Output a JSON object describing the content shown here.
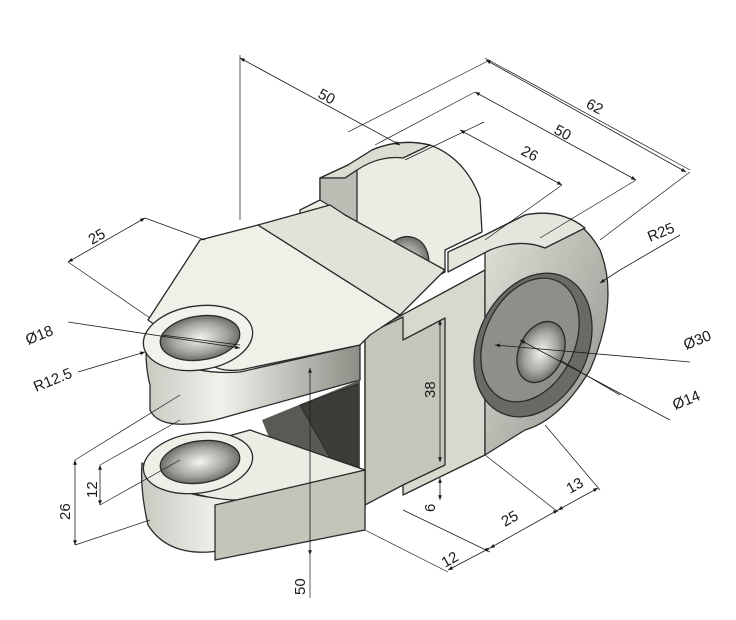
{
  "dimensions": {
    "top_depth": "50",
    "overall_length": "62",
    "body_length": "50",
    "slot_width": "26",
    "lug_width": "25",
    "hole_small_dia": "Ø18",
    "lug_radius": "R12.5",
    "boss_radius": "R25",
    "boss_outer_dia": "Ø30",
    "boss_hole_dia": "Ø14",
    "height_middle": "38",
    "lug_thickness": "12",
    "lug_gap": "26",
    "step_height": "6",
    "base_step_a": "12",
    "base_step_b": "25",
    "base_step_c": "13",
    "total_height": "50"
  },
  "colors": {
    "light_face": "#ececE4",
    "mid_face": "#d6d6cc",
    "dark_face": "#9b9b94",
    "shadow": "#55554f",
    "edge": "#2a2a2a",
    "dimension_line": "#1a1a1a"
  }
}
